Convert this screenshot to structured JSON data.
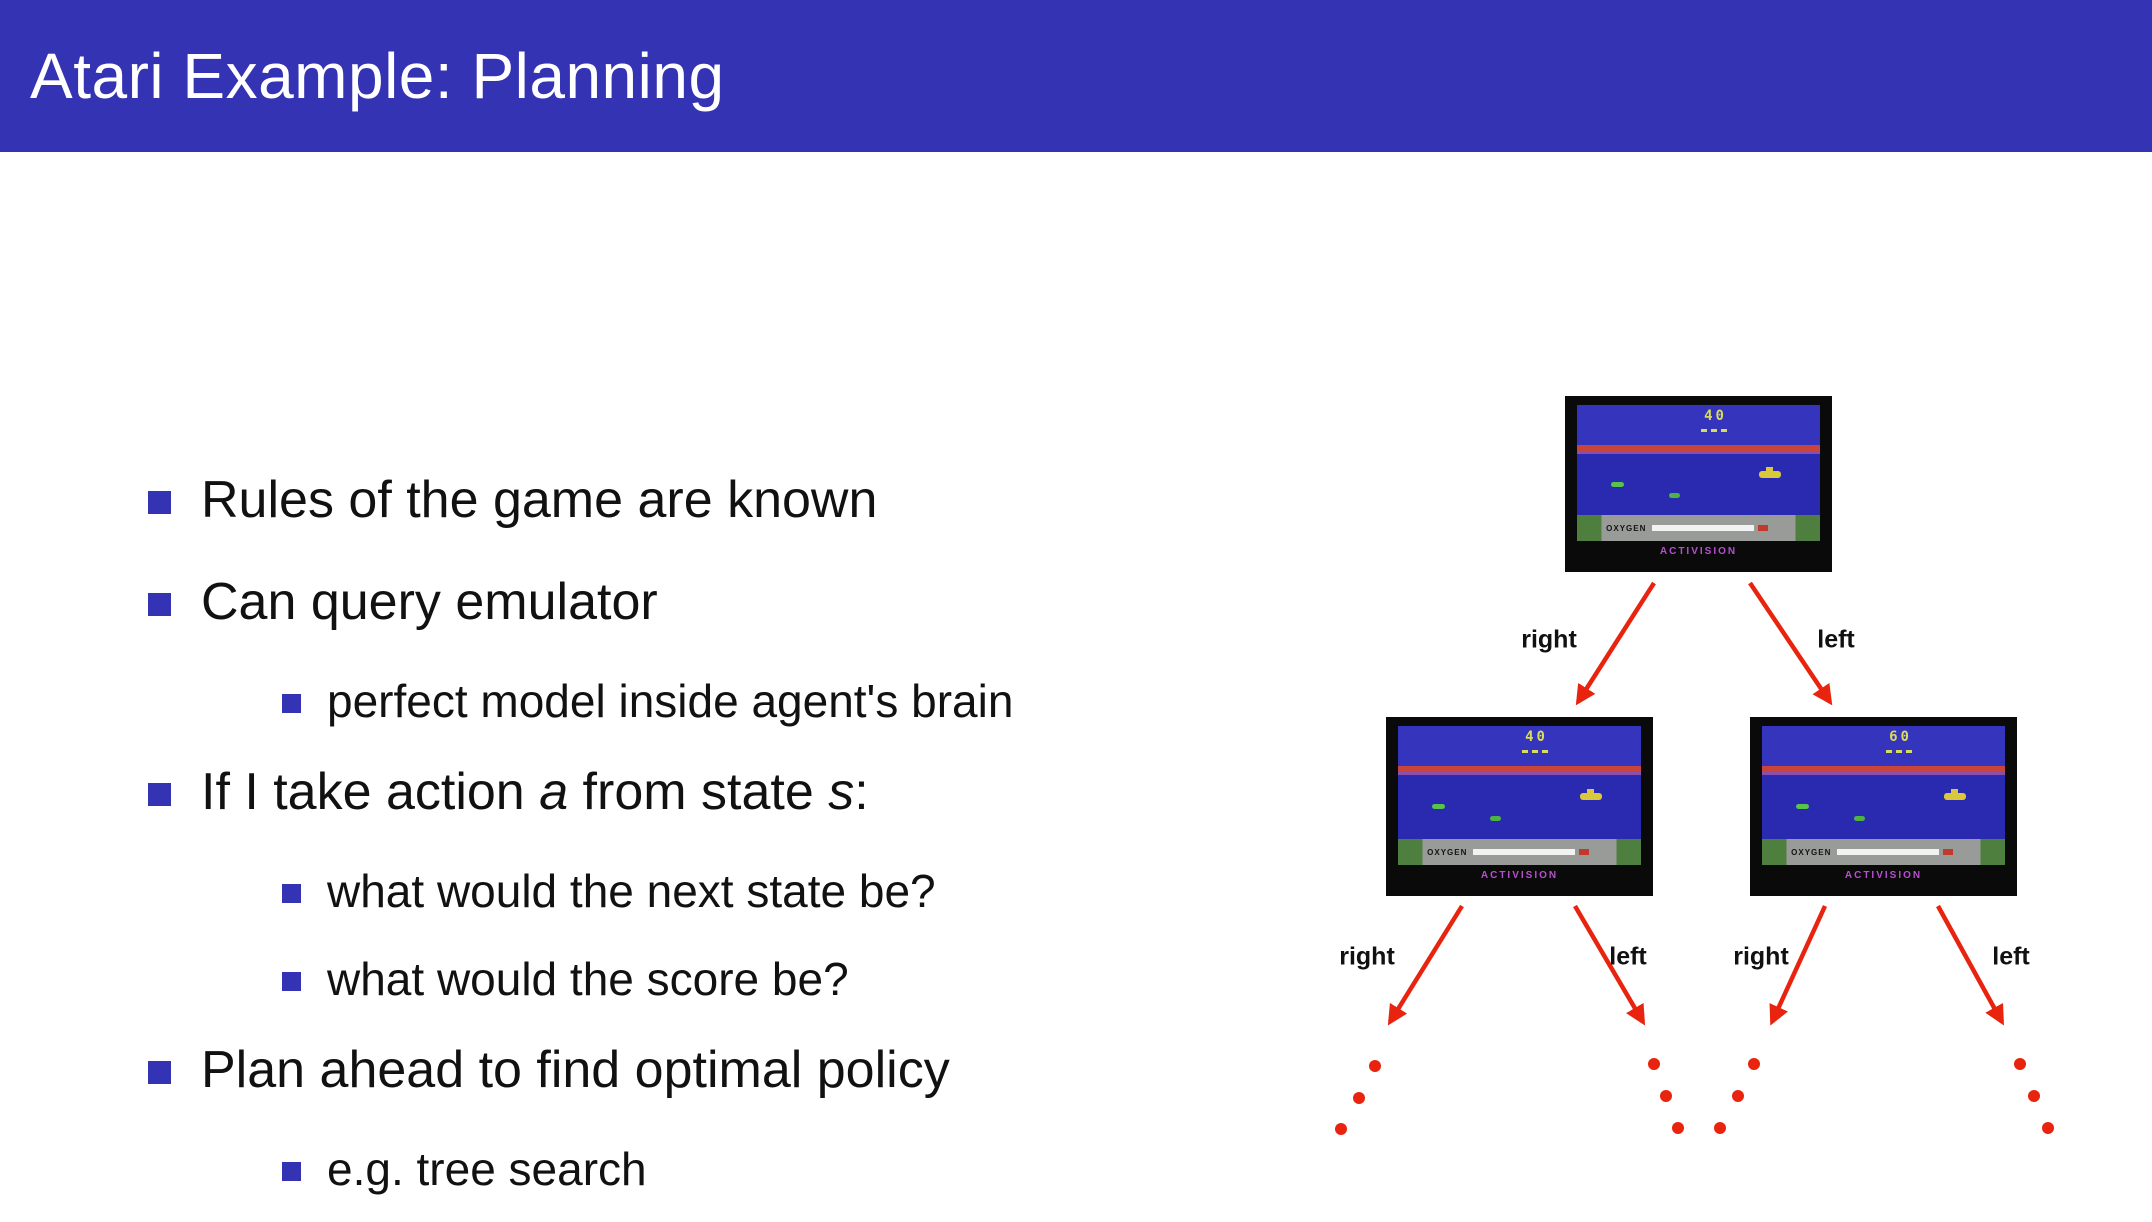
{
  "slide": {
    "title": "Atari Example: Planning",
    "header_color": "#3333b3",
    "bullet_color": "#3333b3"
  },
  "bullets": [
    {
      "level": 1,
      "text": "Rules of the game are known"
    },
    {
      "level": 1,
      "text": "Can query emulator"
    },
    {
      "level": 2,
      "text": "perfect model inside agent's brain"
    },
    {
      "level": 1,
      "parts": [
        "If I take action ",
        "a",
        " from state ",
        "s",
        ":"
      ]
    },
    {
      "level": 2,
      "text": "what would the next state be?"
    },
    {
      "level": 2,
      "text": "what would the score be?"
    },
    {
      "level": 1,
      "text": "Plan ahead to find optimal policy"
    },
    {
      "level": 2,
      "text": "e.g. tree search"
    }
  ],
  "diagram": {
    "arrow_color": "#e8240f",
    "edge_labels": [
      "right",
      "left",
      "right",
      "left",
      "right",
      "left"
    ],
    "oxygen_label": "OXYGEN",
    "brand": "ACTIVISION",
    "nodes": {
      "root": {
        "score": "40"
      },
      "left_child": {
        "score": "40"
      },
      "right_child": {
        "score": "60"
      }
    }
  }
}
